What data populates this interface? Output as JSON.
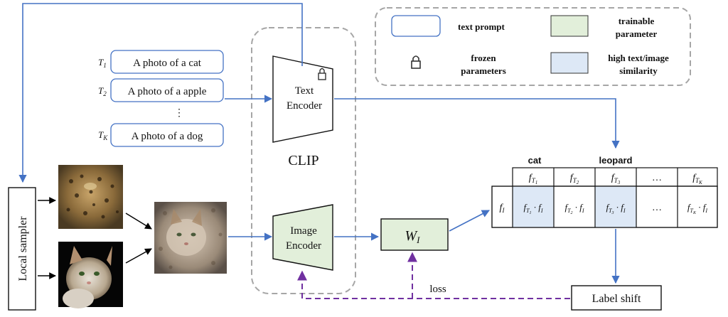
{
  "colors": {
    "arrow_blue": "#4472c4",
    "loss_purple": "#7030a0",
    "trainable_green": "#e2efda",
    "similarity_blue": "#dde8f6",
    "text_prompt_border": "#4472c4",
    "dashed_gray": "#a6a6a6"
  },
  "legend": {
    "text_prompt": "text prompt",
    "trainable_line1": "trainable",
    "trainable_line2": "parameter",
    "frozen_line1": "frozen",
    "frozen_line2": "parameters",
    "similarity_line1": "high text/image",
    "similarity_line2": "similarity",
    "frozen_icon": "lock-icon"
  },
  "prompts": {
    "t1_label": "T",
    "t1_sub": "1",
    "t1_text": "A photo of a cat",
    "t2_label": "T",
    "t2_sub": "2",
    "t2_text": "A photo of a apple",
    "ellipsis": "⋮",
    "tk_label": "T",
    "tk_sub": "K",
    "tk_text": "A photo of a dog"
  },
  "clip": {
    "label": "CLIP",
    "text_encoder_line1": "Text",
    "text_encoder_line2": "Encoder",
    "image_encoder_line1": "Image",
    "image_encoder_line2": "Encoder"
  },
  "local_sampler": "Local sampler",
  "images": {
    "leopard": "leopard-photo",
    "cat": "cat-photo",
    "mixed": "mixed-cat-leopard-photo"
  },
  "weight": {
    "label": "W",
    "sub": "I"
  },
  "matrix": {
    "col_title_cat": "cat",
    "col_title_leopard": "leopard",
    "header": [
      "f_T1",
      "f_T2",
      "f_T3",
      "…",
      "f_TK"
    ],
    "row_label": "f_I",
    "cells": [
      "f_T1 · f_I",
      "f_T2 · f_I",
      "f_T3 · f_I",
      "…",
      "f_TK · f_I"
    ],
    "highlighted": [
      0,
      2
    ]
  },
  "loss": "loss",
  "label_shift": "Label shift"
}
